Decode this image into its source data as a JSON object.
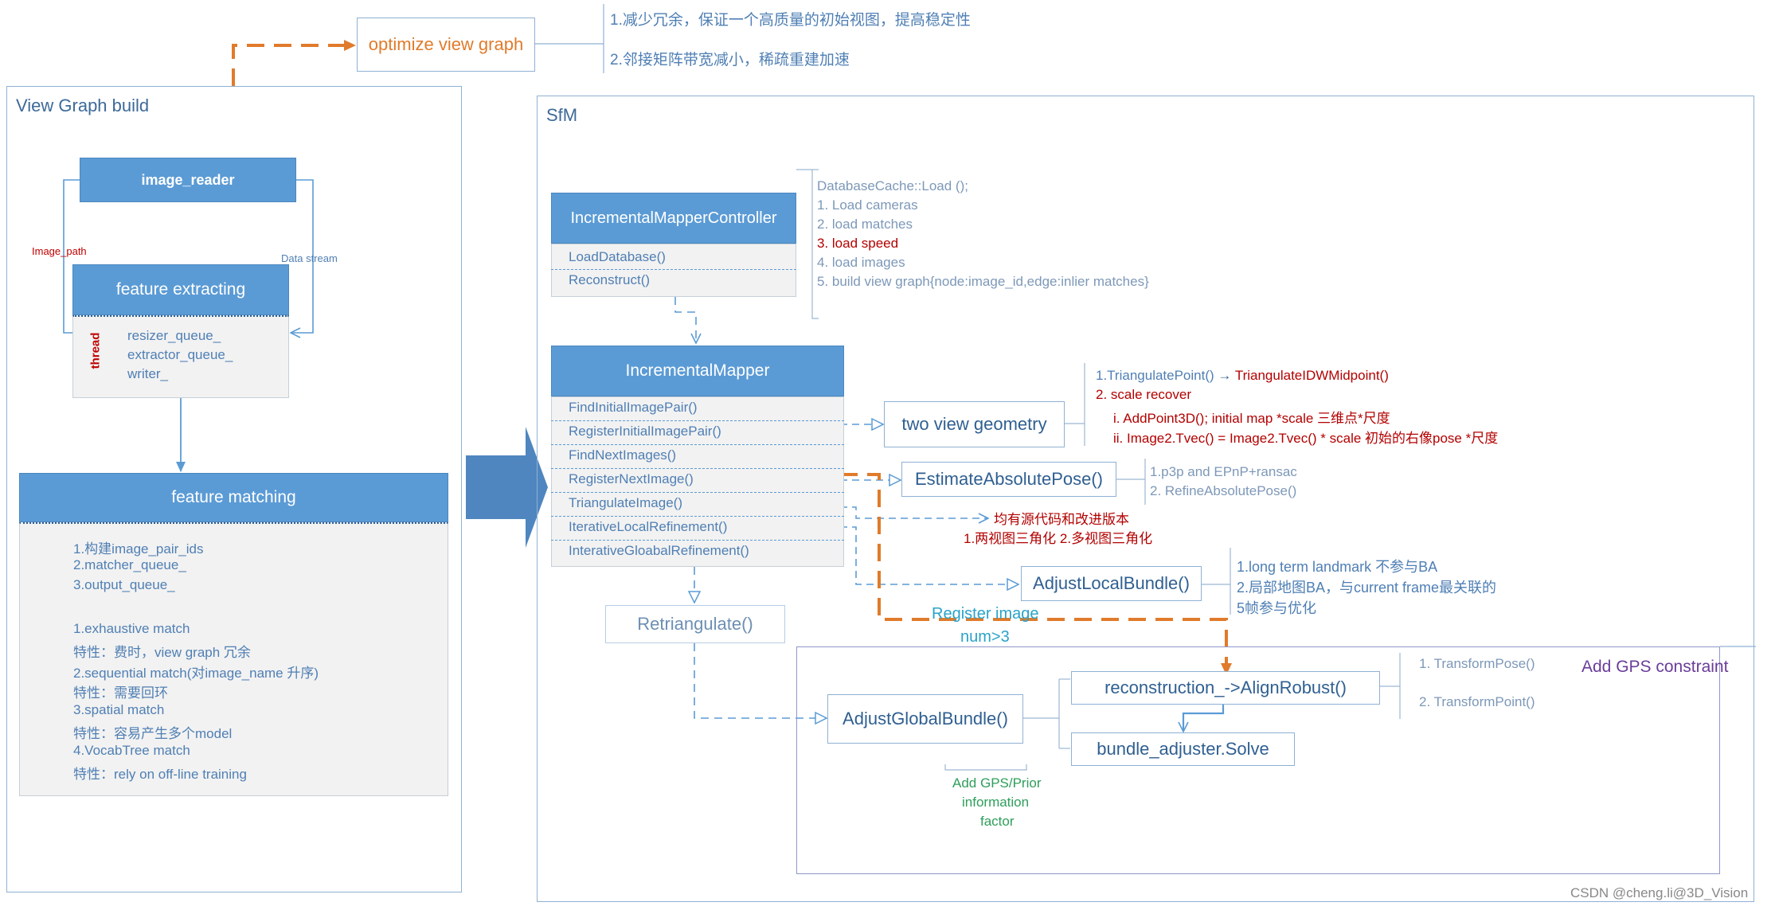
{
  "optimize": {
    "label": "optimize view graph",
    "notes": [
      "1.减少冗余，保证一个高质量的初始视图，提高稳定性",
      "2.邻接矩阵带宽减小，稀疏重建加速"
    ]
  },
  "view_graph": {
    "title": "View Graph build",
    "image_reader": "image_reader",
    "image_path": "Image_path",
    "data_stream": "Data stream",
    "feature_extracting": "feature extracting",
    "thread": "thread",
    "queues": [
      "resizer_queue_",
      "extractor_queue_",
      "writer_"
    ],
    "feature_matching": "feature matching",
    "matching_items": [
      "1.构建image_pair_ids",
      "2.matcher_queue_",
      "3.output_queue_"
    ],
    "match_types": [
      "1.exhaustive match",
      "特性：费时，view graph 冗余",
      "2.sequential match(对image_name 升序)",
      "特性：需要回环",
      "3.spatial match",
      "特性：容易产生多个model",
      "4.VocabTree match",
      "特性：rely on off-line training"
    ]
  },
  "sfm": {
    "title": "SfM",
    "controller": {
      "title": "IncrementalMapperController",
      "methods": [
        "LoadDatabase()",
        "Reconstruct()"
      ],
      "notes": [
        "DatabaseCache::Load ();",
        "1. Load cameras",
        "2. load matches",
        "3. load speed",
        "4. load images",
        "5. build view graph{node:image_id,edge:inlier matches}"
      ]
    },
    "mapper": {
      "title": "IncrementalMapper",
      "methods": [
        "FindInitialImagePair()",
        "RegisterInitialImagePair()",
        "FindNextImages()",
        "RegisterNextImage()",
        "TriangulateImage()",
        "IterativeLocalRefinement()",
        "InterativeGloabalRefinement()"
      ]
    },
    "two_view": {
      "label": "two view geometry",
      "note1_a": "1.TriangulatePoint()",
      "note1_arrow": "→",
      "note1_b": "TriangulateIDWMidpoint()",
      "note2": "2. scale recover",
      "note3": "i. AddPoint3D(); initial map *scale  三维点*尺度",
      "note4": "ii. Image2.Tvec() = Image2.Tvec() * scale 初始的右像pose *尺度"
    },
    "absolute_pose": {
      "label": "EstimateAbsolutePose()",
      "notes": [
        "1.p3p and EPnP+ransac",
        "2. RefineAbsolutePose()"
      ]
    },
    "triangulate_note": [
      "均有源代码和改进版本",
      "1.两视图三角化  2.多视图三角化"
    ],
    "local_bundle": {
      "label": "AdjustLocalBundle()",
      "notes": [
        "1.long term landmark 不参与BA",
        "2.局部地图BA，与current frame最关联的",
        "5帧参与优化"
      ]
    },
    "register_note": [
      "Register image",
      "num>3"
    ],
    "retriangulate": "Retriangulate()",
    "global_bundle": "AdjustGlobalBundle()",
    "gps_prior": [
      "Add GPS/Prior",
      "information",
      "factor"
    ],
    "gps": {
      "title": "Add GPS constraint",
      "align": "reconstruction_->AlignRobust()",
      "solve": "bundle_adjuster.Solve",
      "notes": [
        "1. TransformPose()",
        "2. TransformPoint()"
      ]
    }
  },
  "watermark": "CSDN @cheng.li@3D_Vision",
  "colors": {
    "accent": "#5b9bd5",
    "orange": "#e07b2b",
    "red": "#c00000",
    "green": "#2e9e5b",
    "purple": "#6a3d9a"
  }
}
